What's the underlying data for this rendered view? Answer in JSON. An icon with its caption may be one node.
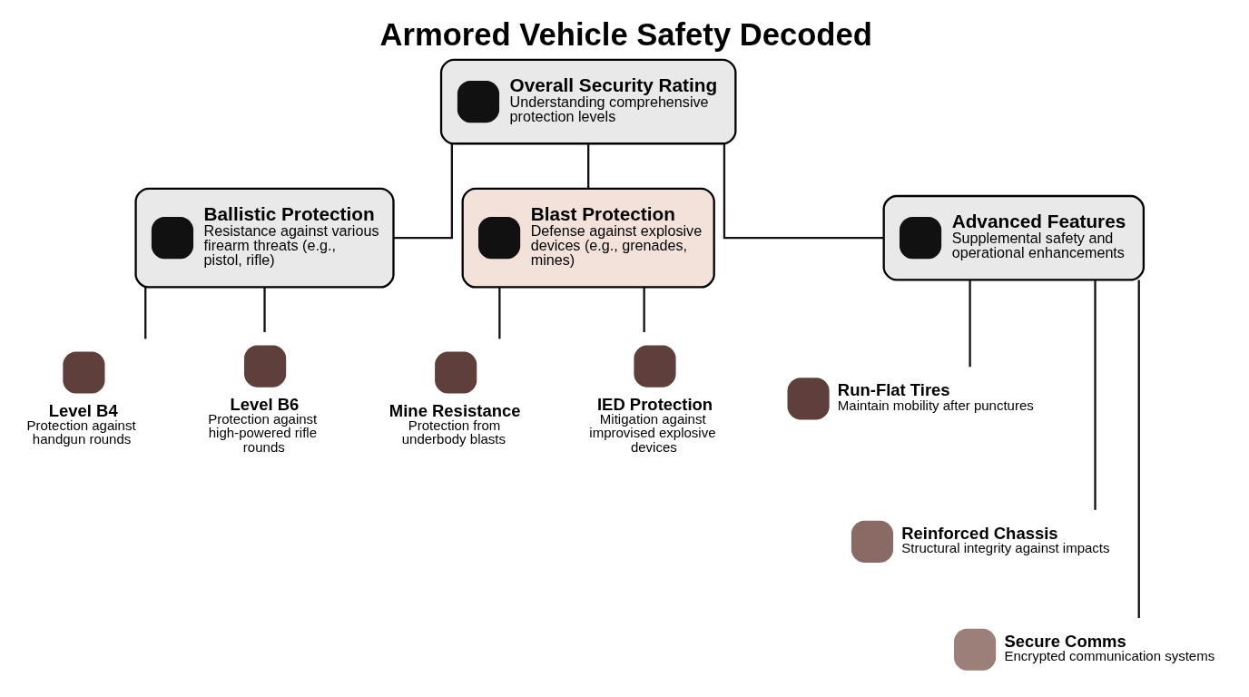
{
  "diagram": {
    "title": "Armored Vehicle Safety Decoded",
    "nodes": [
      {
        "text": [
          "Overall Security Rating",
          "Understanding comprehensive protection levels"
        ]
      },
      {
        "text": [
          "Ballistic Protection",
          "Resistance against various firearm threats (e.g., pistol, rifle)"
        ]
      },
      {
        "text": [
          "Blast Protection",
          "Defense against explosive devices (e.g., grenades, mines)"
        ]
      },
      {
        "text": [
          "Advanced Features",
          "Supplemental safety and operational enhancements"
        ]
      },
      {
        "text": [
          "Level B4",
          "Protection against handgun rounds"
        ]
      },
      {
        "text": [
          "Level B6",
          "Protection against high-powered rifle rounds"
        ]
      },
      {
        "text": [
          "Mine Resistance",
          "Protection from underbody blasts"
        ]
      },
      {
        "text": [
          "IED Protection",
          "Mitigation against improvised explosive devices"
        ]
      },
      {
        "text": [
          "Run-Flat Tires",
          "Maintain mobility after punctures"
        ]
      },
      {
        "text": [
          "Reinforced Chassis",
          "Structural integrity against impacts"
        ]
      },
      {
        "text": [
          "Secure Comms",
          "Encrypted communication systems"
        ]
      }
    ],
    "edges": [
      {
        "from": 0,
        "to": 1,
        "arrow": "none"
      },
      {
        "from": 0,
        "to": 2,
        "arrow": "none"
      },
      {
        "from": 0,
        "to": 3,
        "arrow": "none"
      },
      {
        "from": 1,
        "to": 4,
        "arrow": "none"
      },
      {
        "from": 1,
        "to": 5,
        "arrow": "none"
      },
      {
        "from": 2,
        "to": 6,
        "arrow": "none"
      },
      {
        "from": 2,
        "to": 7,
        "arrow": "none"
      },
      {
        "from": 3,
        "to": 8,
        "arrow": "none"
      },
      {
        "from": 3,
        "to": 9,
        "arrow": "none"
      },
      {
        "from": 3,
        "to": 10,
        "arrow": "none"
      }
    ]
  }
}
